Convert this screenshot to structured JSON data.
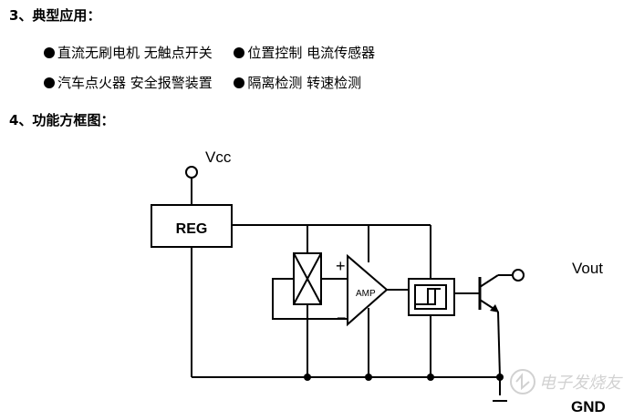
{
  "section3": {
    "heading": "3、典型应用：",
    "row1": [
      "直流无刷电机 无触点开关",
      "位置控制 电流传感器"
    ],
    "row2": [
      "汽车点火器 安全报警装置",
      "隔离检测 转速检测"
    ]
  },
  "section4": {
    "heading": "4、功能方框图："
  },
  "diagram": {
    "vcc_label": "Vcc",
    "reg_label": "REG",
    "amp_label": "AMP",
    "plus_sign": "+",
    "minus_sign": "−",
    "vout_label": "Vout",
    "gnd_label": "GND"
  },
  "watermark": {
    "text": "电子发烧友",
    "color": "#9a9a9a"
  }
}
